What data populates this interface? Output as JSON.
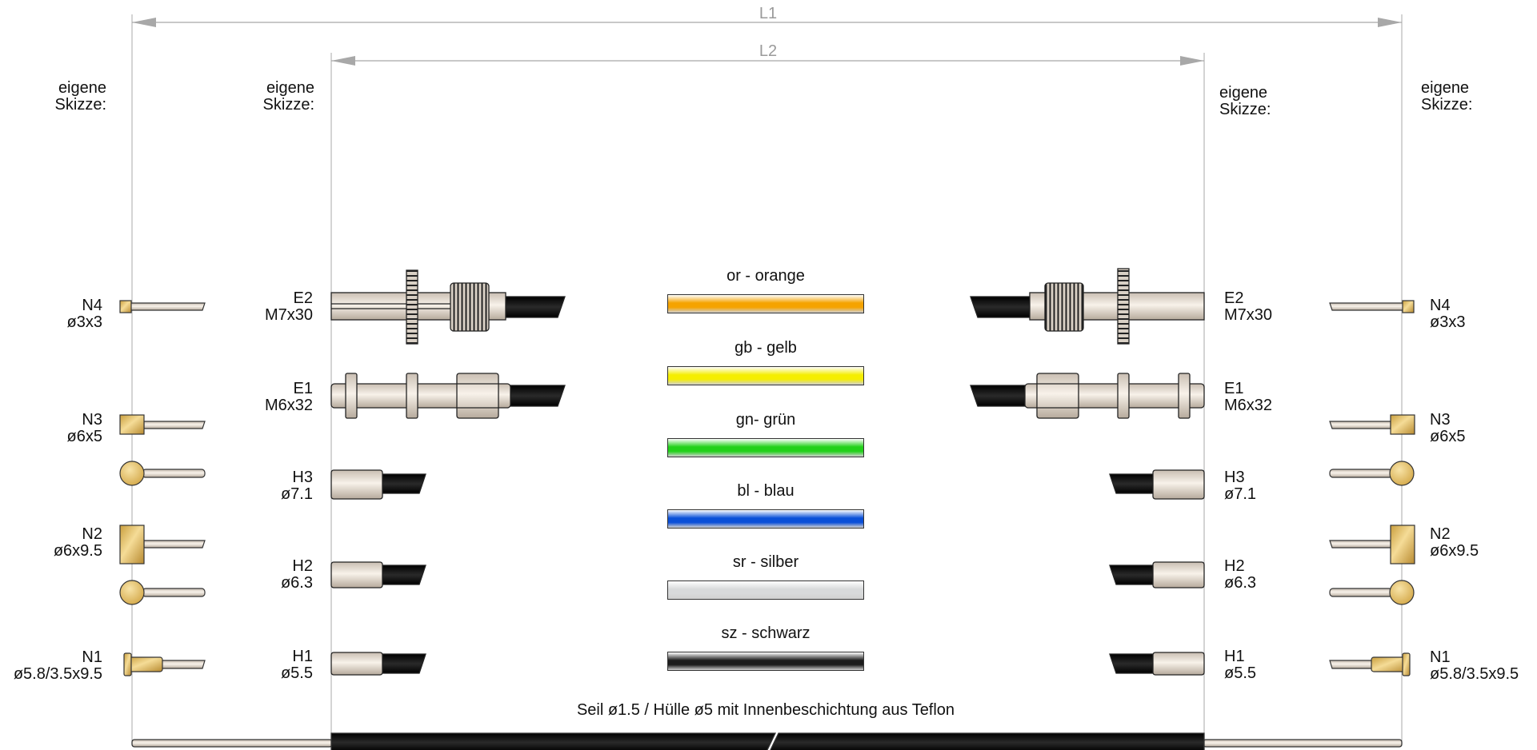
{
  "dimensions": {
    "l1": "L1",
    "l2": "L2"
  },
  "sketch_label": {
    "line1": "eigene",
    "line2": "Skizze:"
  },
  "nipples": {
    "n4": {
      "code": "N4",
      "size": "ø3x3"
    },
    "n3": {
      "code": "N3",
      "size": "ø6x5"
    },
    "n2": {
      "code": "N2",
      "size": "ø6x9.5"
    },
    "n1": {
      "code": "N1",
      "size": "ø5.8/3.5x9.5"
    }
  },
  "ends": {
    "e2": {
      "code": "E2",
      "size": "M7x30"
    },
    "e1": {
      "code": "E1",
      "size": "M6x32"
    },
    "h3": {
      "code": "H3",
      "size": "ø7.1"
    },
    "h2": {
      "code": "H2",
      "size": "ø6.3"
    },
    "h1": {
      "code": "H1",
      "size": "ø5.5"
    }
  },
  "colors": [
    {
      "label": "or - orange",
      "hex": "#f5a300"
    },
    {
      "label": "gb - gelb",
      "hex": "#f5ee00"
    },
    {
      "label": "gn- grün",
      "hex": "#22d11a"
    },
    {
      "label": "bl - blau",
      "hex": "#0a4fd8"
    },
    {
      "label": "sr - silber",
      "hex": "#d8dadb"
    },
    {
      "label": "sz - schwarz",
      "hex": "#1c1c1c"
    }
  ],
  "cable_caption": "Seil ø1.5 / Hülle ø5 mit Innenbeschichtung aus Teflon",
  "palette": {
    "cream": "#ece2d6",
    "brass": "#e7c36b",
    "sleeve": "#151515",
    "dim_line": "#a8a8a8"
  }
}
